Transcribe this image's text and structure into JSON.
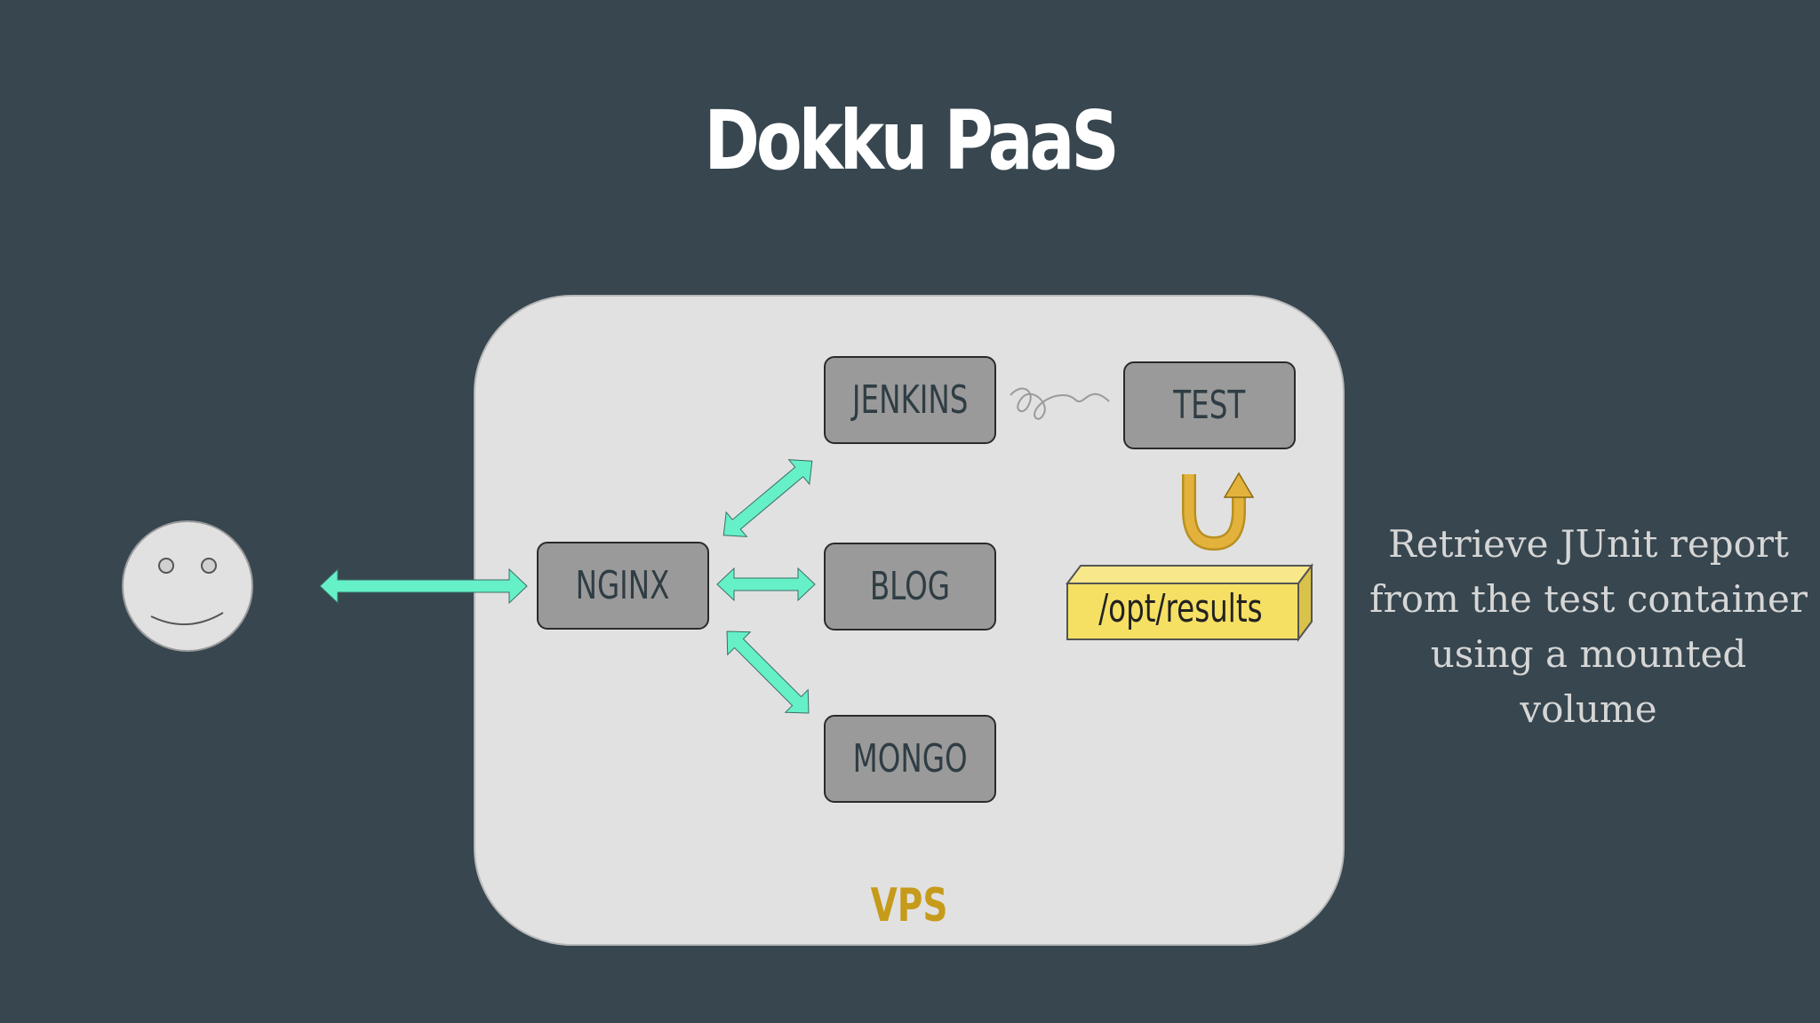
{
  "slide": {
    "title": "Dokku PaaS",
    "container_label": "VPS",
    "nodes": {
      "nginx": "NGINX",
      "jenkins": "JENKINS",
      "blog": "BLOG",
      "mongo": "MONGO",
      "test": "TEST"
    },
    "volume_label": "/opt/results",
    "note": "Retrieve JUnit report from the test container using a mounted volume"
  },
  "colors": {
    "background": "#37464f",
    "container_fill": "#e1e1e1",
    "node_fill": "#9a9a9a",
    "arrow": "#66f0c8",
    "volume_fill": "#f5e063",
    "vps_label": "#c69a1a",
    "return_arrow": "#e3b23c"
  },
  "icons": [
    "smiley-face-icon",
    "squiggle-icon",
    "u-turn-arrow-icon"
  ]
}
